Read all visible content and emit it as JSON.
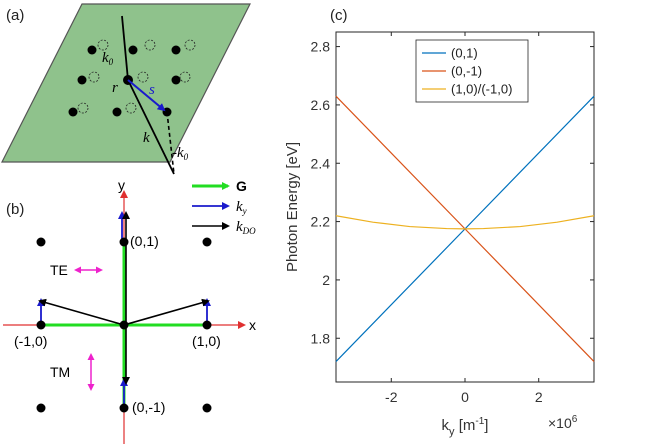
{
  "panel_a": {
    "label": "(a)",
    "k0_label": "k",
    "k0_sub": "0",
    "r_label": "r",
    "s_label": "s",
    "k_label": "k",
    "neg_k0_label": "-k",
    "neg_k0_sub": "0",
    "colors": {
      "sheet": "#8fc28c",
      "sheet_border": "#555555",
      "s_vector": "#1a1acc"
    }
  },
  "panel_b": {
    "label": "(b)",
    "x_axis_label": "x",
    "y_axis_label": "y",
    "points": {
      "p01": "(0,1)",
      "pm10": "(-1,0)",
      "p10": "(1,0)",
      "p0m1": "(0,-1)"
    },
    "te_label": "TE",
    "tm_label": "TM",
    "legend": {
      "g_label": "G",
      "ky_label": "k",
      "ky_sub": "y",
      "kdo_label": "k",
      "kdo_sub": "DO"
    },
    "colors": {
      "G": "#22dd22",
      "ky": "#1a1acc",
      "kdo": "#000000",
      "axis": "#e03030",
      "pol": "#ee22cc"
    }
  },
  "panel_c": {
    "label": "(c)"
  },
  "chart_data": {
    "type": "line",
    "title": "",
    "xlabel": "k",
    "xlabel_sub": "y",
    "xlabel_unit_open": " [m",
    "xlabel_unit_exp": "-1",
    "xlabel_unit_close": "]",
    "x_multiplier": "×10",
    "x_multiplier_exp": "6",
    "ylabel": "Photon Energy [eV]",
    "xlim": [
      -3.5,
      3.5
    ],
    "ylim": [
      1.65,
      2.85
    ],
    "xticks": [
      -2,
      0,
      2
    ],
    "xtick_labels": [
      "-2",
      "0",
      "2"
    ],
    "yticks": [
      1.8,
      2.0,
      2.2,
      2.4,
      2.6,
      2.8
    ],
    "ytick_labels": [
      "1.8",
      "2",
      "2.2",
      "2.4",
      "2.6",
      "2.8"
    ],
    "legend_position": "top-center",
    "grid": false,
    "series": [
      {
        "name": "(0,1)",
        "color": "#0072bd",
        "x": [
          -3.5,
          0,
          3.5
        ],
        "y": [
          1.72,
          2.175,
          2.63
        ]
      },
      {
        "name": "(0,-1)",
        "color": "#d95319",
        "x": [
          -3.5,
          0,
          3.5
        ],
        "y": [
          2.63,
          2.175,
          1.72
        ]
      },
      {
        "name": "(1,0)/(-1,0)",
        "color": "#edb120",
        "x": [
          -3.5,
          -2.5,
          -1.5,
          -0.5,
          0,
          0.5,
          1.5,
          2.5,
          3.5
        ],
        "y": [
          2.22,
          2.198,
          2.183,
          2.176,
          2.175,
          2.176,
          2.183,
          2.198,
          2.22
        ]
      }
    ]
  }
}
